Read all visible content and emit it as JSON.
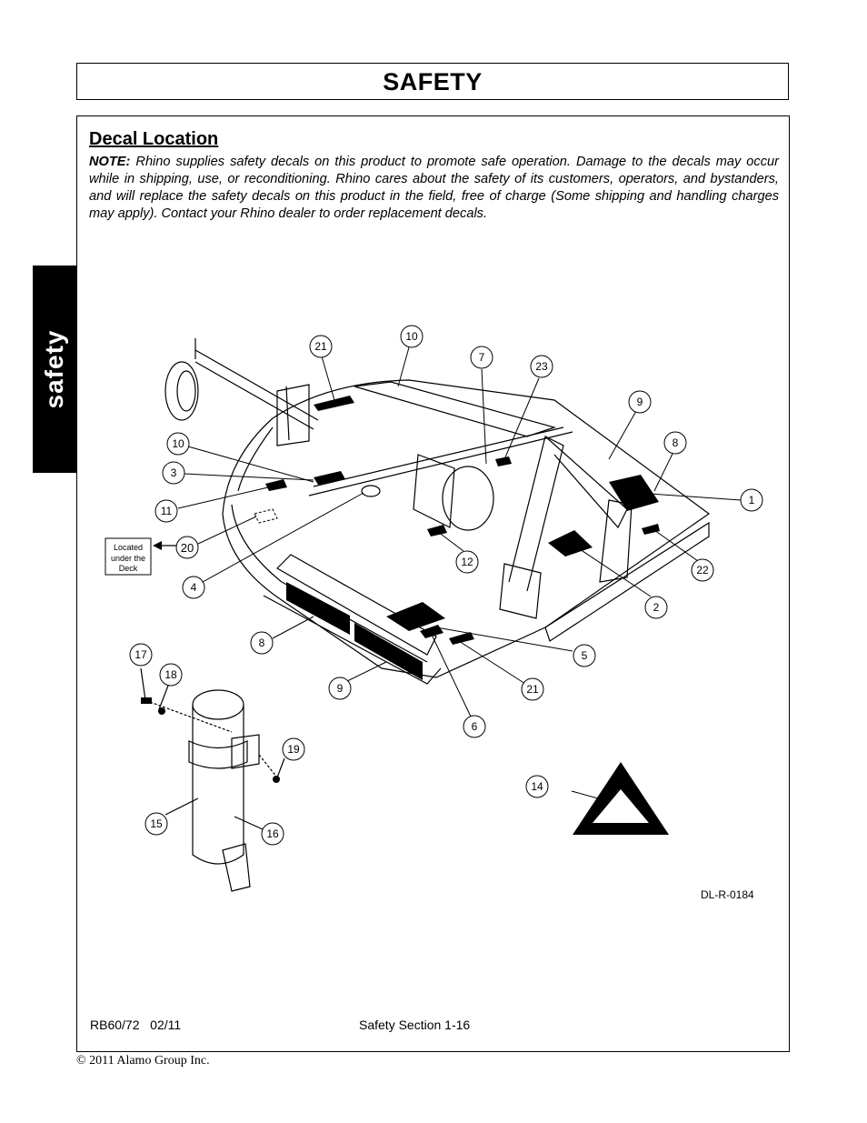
{
  "header": {
    "title": "SAFETY"
  },
  "side_tab": {
    "label": "safety"
  },
  "section": {
    "title": "Decal Location",
    "note_label": "NOTE:",
    "note_text": "Rhino supplies safety decals on this product to promote safe operation. Damage to the decals may occur while in shipping, use, or reconditioning. Rhino cares about the safety of its customers, operators, and bystanders, and will replace the safety decals on this product in the field, free of charge (Some shipping and handling charges may apply). Contact your Rhino dealer to order replacement decals."
  },
  "diagram": {
    "callouts": [
      "21",
      "10",
      "7",
      "23",
      "9",
      "8",
      "1",
      "10",
      "3",
      "11",
      "20",
      "4",
      "12",
      "22",
      "2",
      "5",
      "8",
      "9",
      "21",
      "6",
      "17",
      "18",
      "19",
      "15",
      "16",
      "14"
    ],
    "under_deck_note": [
      "Located",
      "under the",
      "Deck"
    ],
    "drawing_id": "DL-R-0184"
  },
  "footer": {
    "model_date": "RB60/72   02/11",
    "section_page": "Safety Section 1-16",
    "copyright": "© 2011 Alamo Group Inc."
  }
}
